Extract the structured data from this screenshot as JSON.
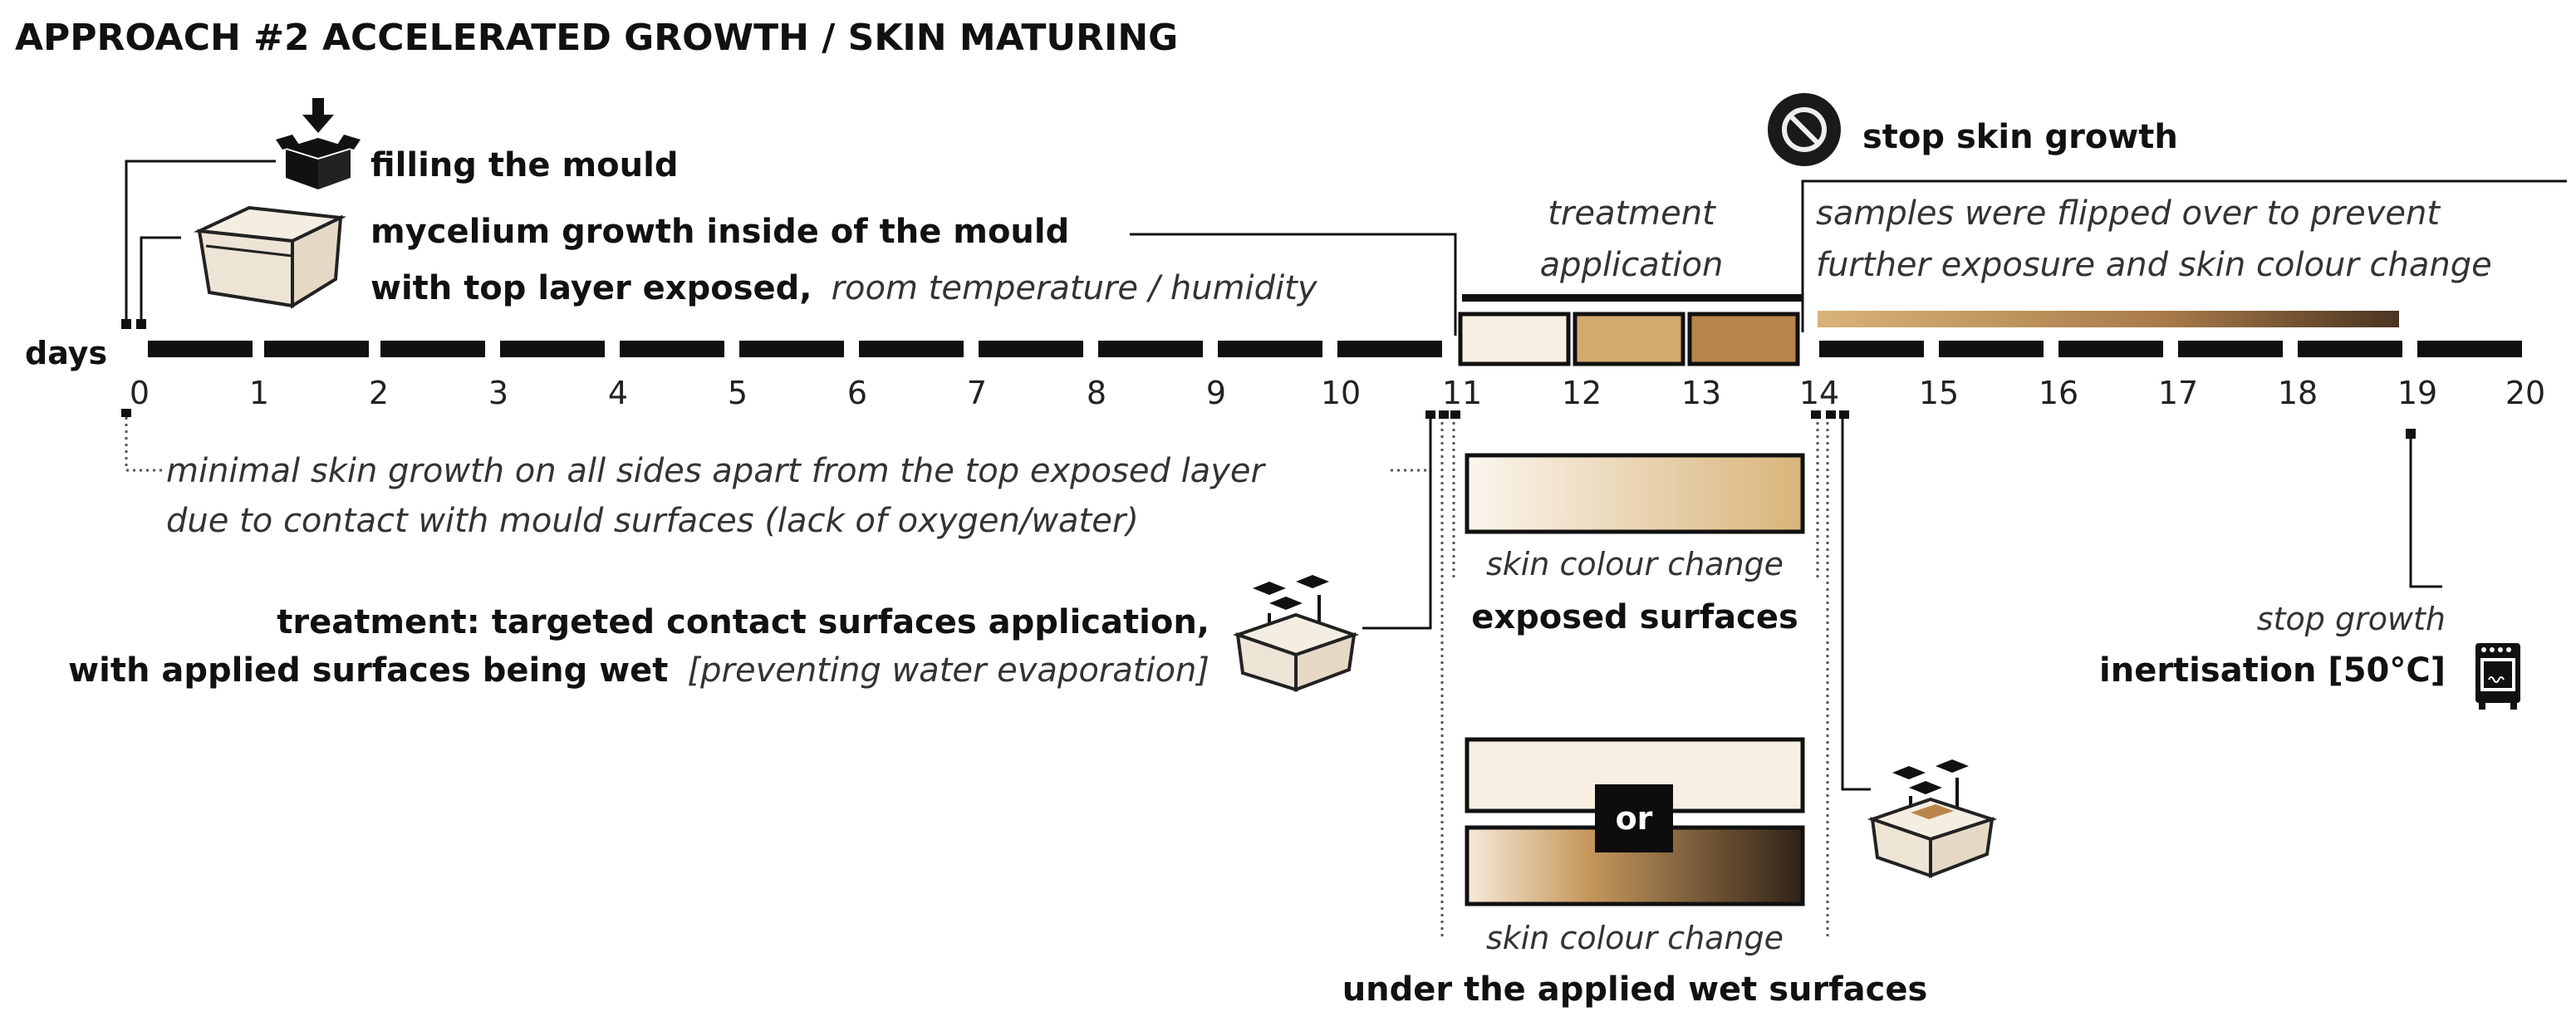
{
  "title": "APPROACH #2 ACCELERATED GROWTH / SKIN MATURING",
  "axis": {
    "label": "days",
    "ticks": [
      "0",
      "1",
      "2",
      "3",
      "4",
      "5",
      "6",
      "7",
      "8",
      "9",
      "10",
      "11",
      "12",
      "13",
      "14",
      "15",
      "16",
      "17",
      "18",
      "19",
      "20"
    ]
  },
  "steps": {
    "filling": "filling the mould",
    "growth_line1": "mycelium growth inside of the mould",
    "growth_line2_bold": "with top layer exposed,",
    "growth_line2_ital": "room temperature / humidity",
    "stop_skin": "stop skin growth",
    "flipped_line1": "samples were flipped over to prevent",
    "flipped_line2": "further exposure and skin colour change",
    "treatment_app_line1": "treatment",
    "treatment_app_line2": "application",
    "minimal_line1": "minimal skin growth on all sides apart from the top exposed layer",
    "minimal_line2": "due to contact with mould surfaces (lack of oxygen/water)",
    "treatment_line1": "treatment: targeted contact surfaces application,",
    "treatment_line2_bold": "with applied surfaces being wet",
    "treatment_line2_ital": "[preventing water evaporation]",
    "skin_change_1": "skin colour change",
    "exposed": "exposed surfaces",
    "or": "or",
    "skin_change_2": "skin colour change",
    "under_wet": "under the applied wet surfaces",
    "stop_growth": "stop growth",
    "inertisation": "inertisation [50°C]"
  },
  "colors": {
    "bar": "#111111",
    "treatment_light": "#f7efe2",
    "treatment_mid": "#d2aa6e",
    "treatment_dark": "#b8864a",
    "gradient_light": "#f5ead9",
    "gradient_tan": "#d8b37a",
    "gradient_dark": "#3a2a1c",
    "or_box": "#0d0d0d"
  },
  "icons": [
    "arrow-down-icon",
    "open-box-icon",
    "mould-box-icon",
    "no-sign-icon",
    "stacked-box-icon",
    "oven-icon"
  ]
}
